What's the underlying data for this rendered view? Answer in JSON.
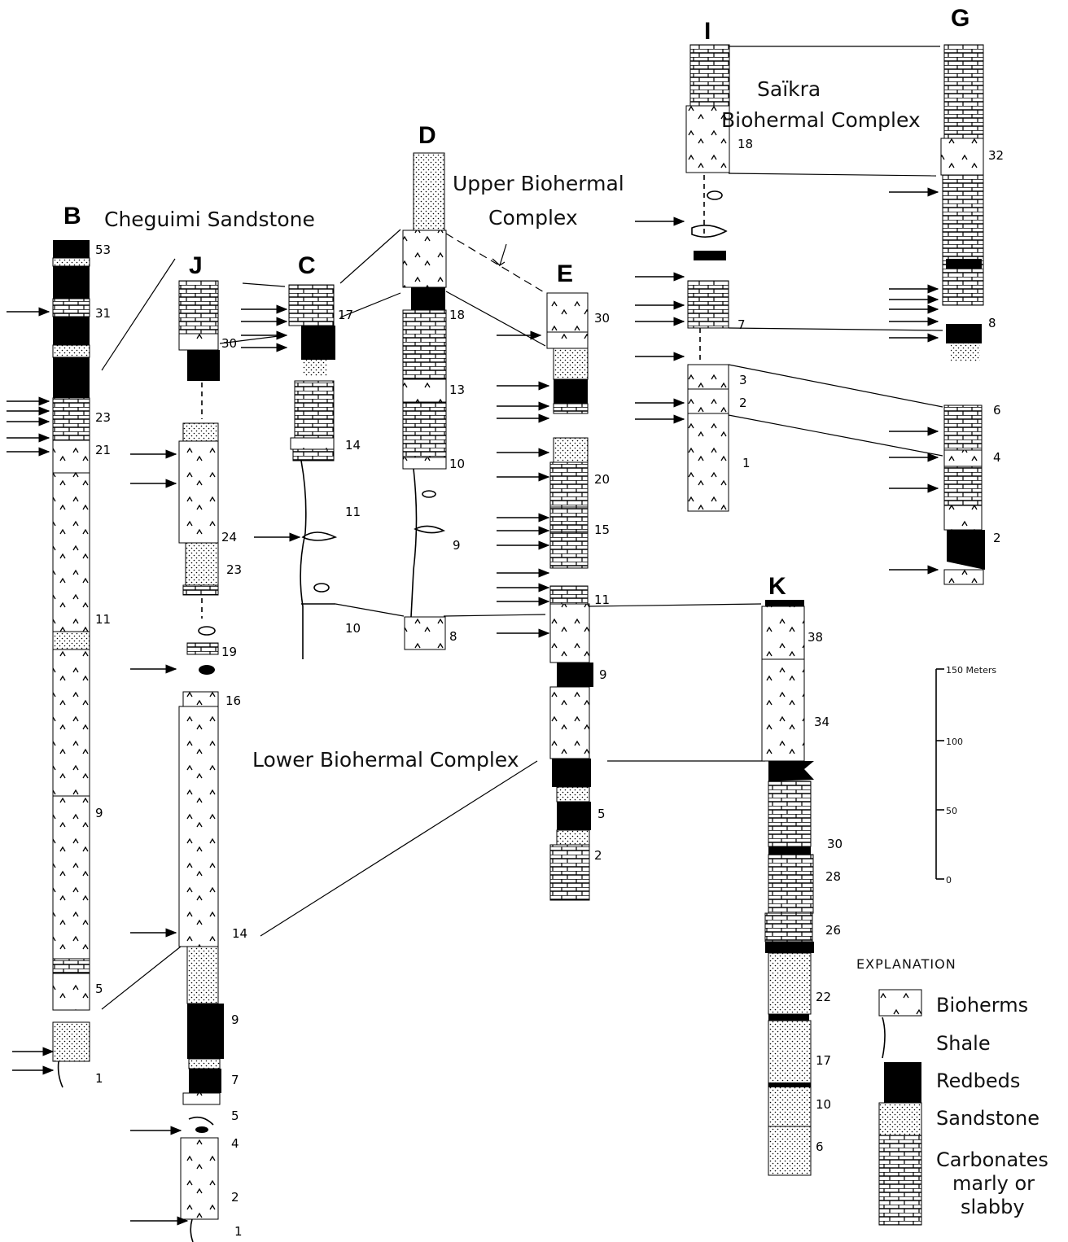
{
  "columns": [
    {
      "id": "B",
      "letter": "B",
      "numbers": [
        "53",
        "31",
        "23",
        "21",
        "11",
        "9",
        "5",
        "1"
      ]
    },
    {
      "id": "J",
      "letter": "J",
      "numbers": [
        "30",
        "24",
        "23",
        "19",
        "16",
        "14",
        "9",
        "7",
        "5",
        "4",
        "2",
        "1"
      ]
    },
    {
      "id": "C",
      "letter": "C",
      "numbers": [
        "17",
        "14",
        "11",
        "10"
      ]
    },
    {
      "id": "D",
      "letter": "D",
      "numbers": [
        "18",
        "13",
        "10",
        "9",
        "8"
      ]
    },
    {
      "id": "E",
      "letter": "E",
      "numbers": [
        "30",
        "20",
        "15",
        "11",
        "9",
        "5",
        "2"
      ]
    },
    {
      "id": "I",
      "letter": "I",
      "numbers": [
        "18",
        "7",
        "3",
        "2",
        "1"
      ]
    },
    {
      "id": "G",
      "letter": "G",
      "numbers": [
        "32",
        "8",
        "6",
        "4",
        "2"
      ]
    },
    {
      "id": "K",
      "letter": "K",
      "numbers": [
        "38",
        "34",
        "30",
        "28",
        "26",
        "22",
        "17",
        "10",
        "6"
      ]
    }
  ],
  "labels": {
    "cheguimi": "Cheguimi Sandstone",
    "upper_line1": "Upper Biohermal",
    "upper_line2": "Complex",
    "saikra_line1": "Saïkra",
    "saikra_line2": "Biohermal Complex",
    "lower": "Lower Biohermal Complex"
  },
  "scale": {
    "ticks": [
      "150 Meters",
      "100",
      "50",
      "0"
    ]
  },
  "explanation": {
    "title": "EXPLANATION",
    "items": [
      {
        "key": "bioherms",
        "label": "Bioherms"
      },
      {
        "key": "shale",
        "label": "Shale"
      },
      {
        "key": "redbeds",
        "label": "Redbeds"
      },
      {
        "key": "sandstone",
        "label": "Sandstone"
      },
      {
        "key": "carbonates",
        "label_lines": [
          "Carbonates",
          "marly or",
          "slabby"
        ]
      }
    ]
  }
}
